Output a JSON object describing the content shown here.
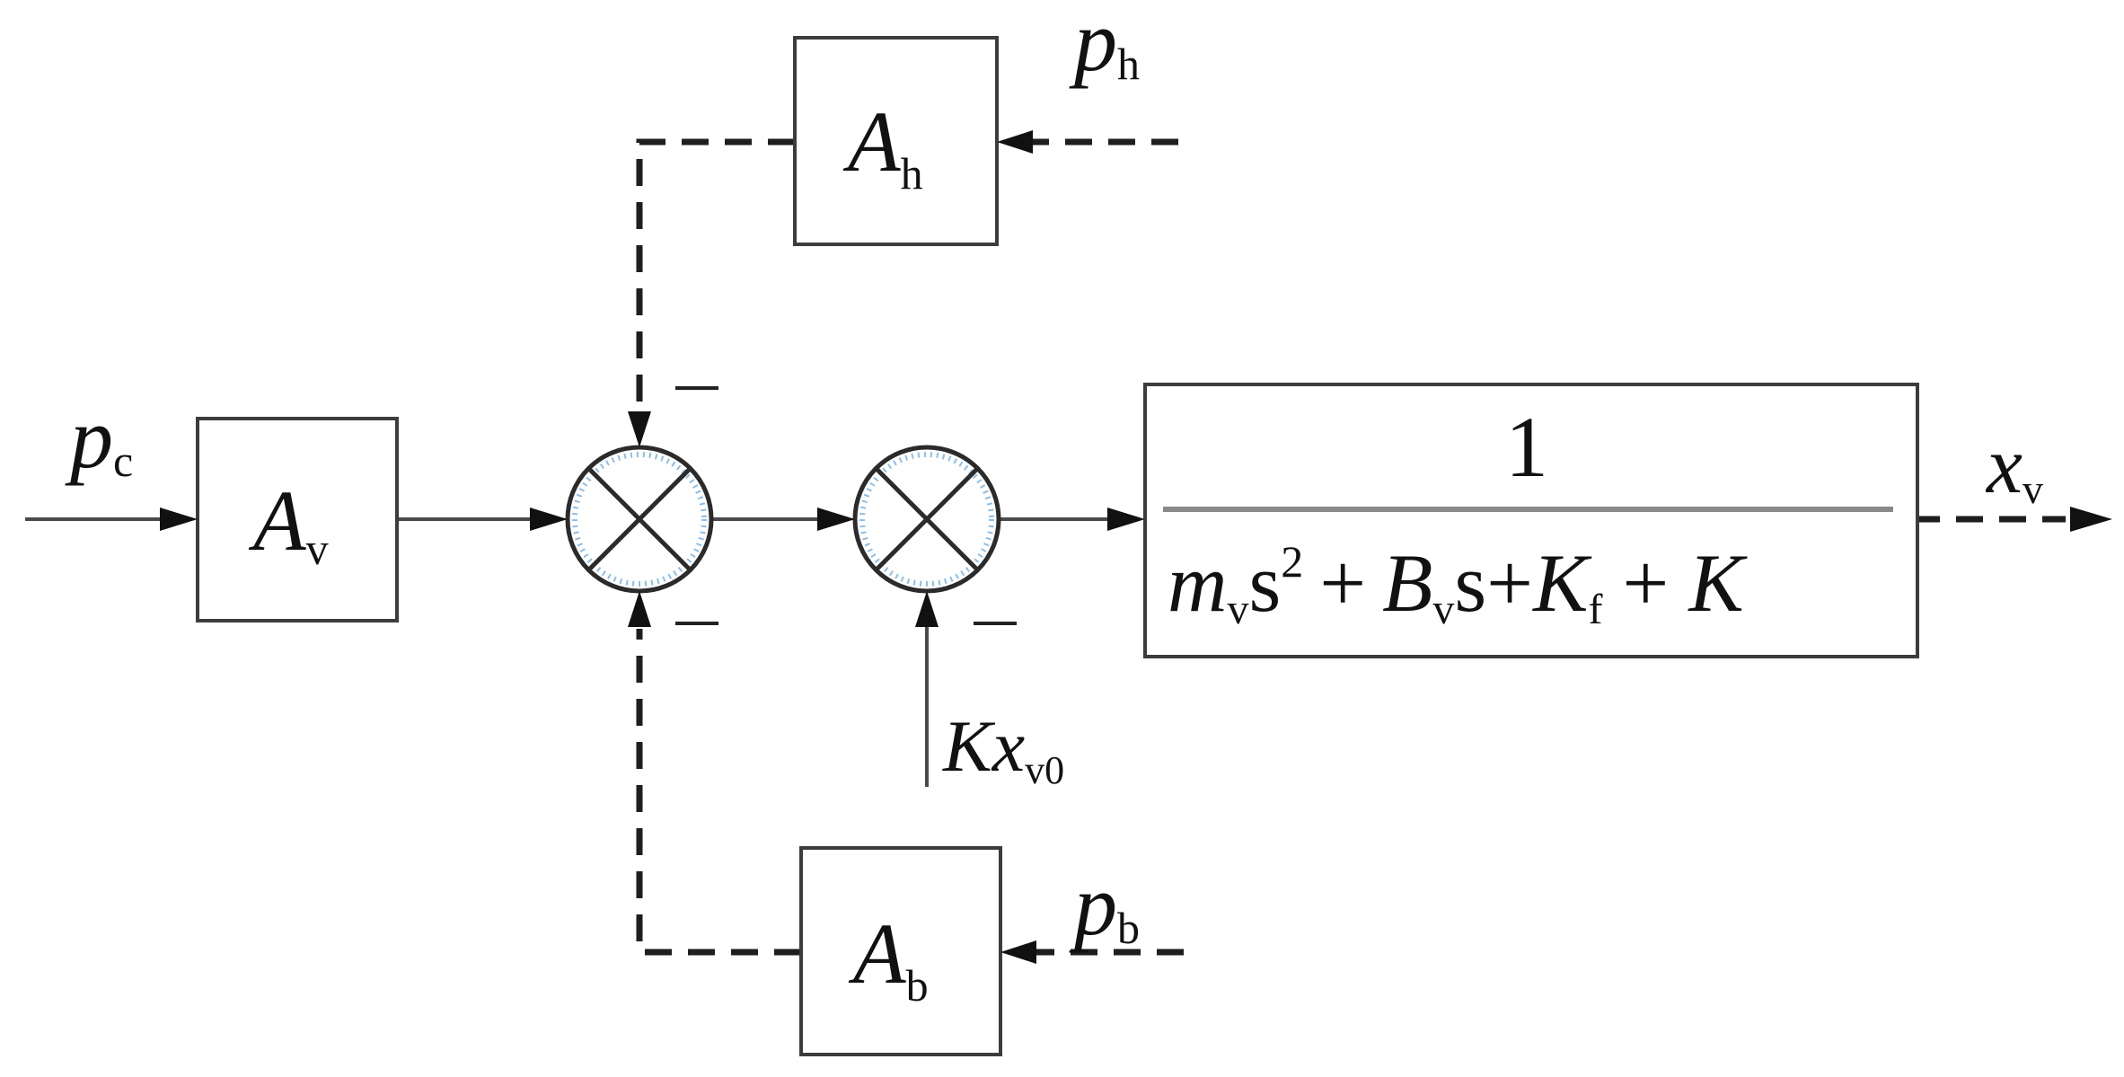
{
  "blocks": {
    "Av": {
      "symbol": "A",
      "subscript": "v"
    },
    "Ah": {
      "symbol": "A",
      "subscript": "h"
    },
    "Ab": {
      "symbol": "A",
      "subscript": "b"
    }
  },
  "signals": {
    "pc": {
      "symbol": "p",
      "subscript": "c"
    },
    "ph": {
      "symbol": "p",
      "subscript": "h"
    },
    "pb": {
      "symbol": "p",
      "subscript": "b"
    },
    "kxv0": {
      "symbol": "Kx",
      "subscript": "v0"
    },
    "xv": {
      "symbol": "x",
      "subscript": "v"
    }
  },
  "summing_junctions": {
    "first": {
      "top_sign": "−",
      "bottom_sign": "−"
    },
    "second": {
      "bottom_sign": "−"
    }
  },
  "transfer_function": {
    "numerator": "1",
    "denominator": {
      "m": "m",
      "m_sub": "v",
      "s2": "s",
      "exp": "2",
      "plus1": "+",
      "B": "B",
      "B_sub": "v",
      "s": "s",
      "plus2": "+",
      "Kf": "K",
      "Kf_sub": "f",
      "plus3": "+",
      "K": "K"
    }
  }
}
